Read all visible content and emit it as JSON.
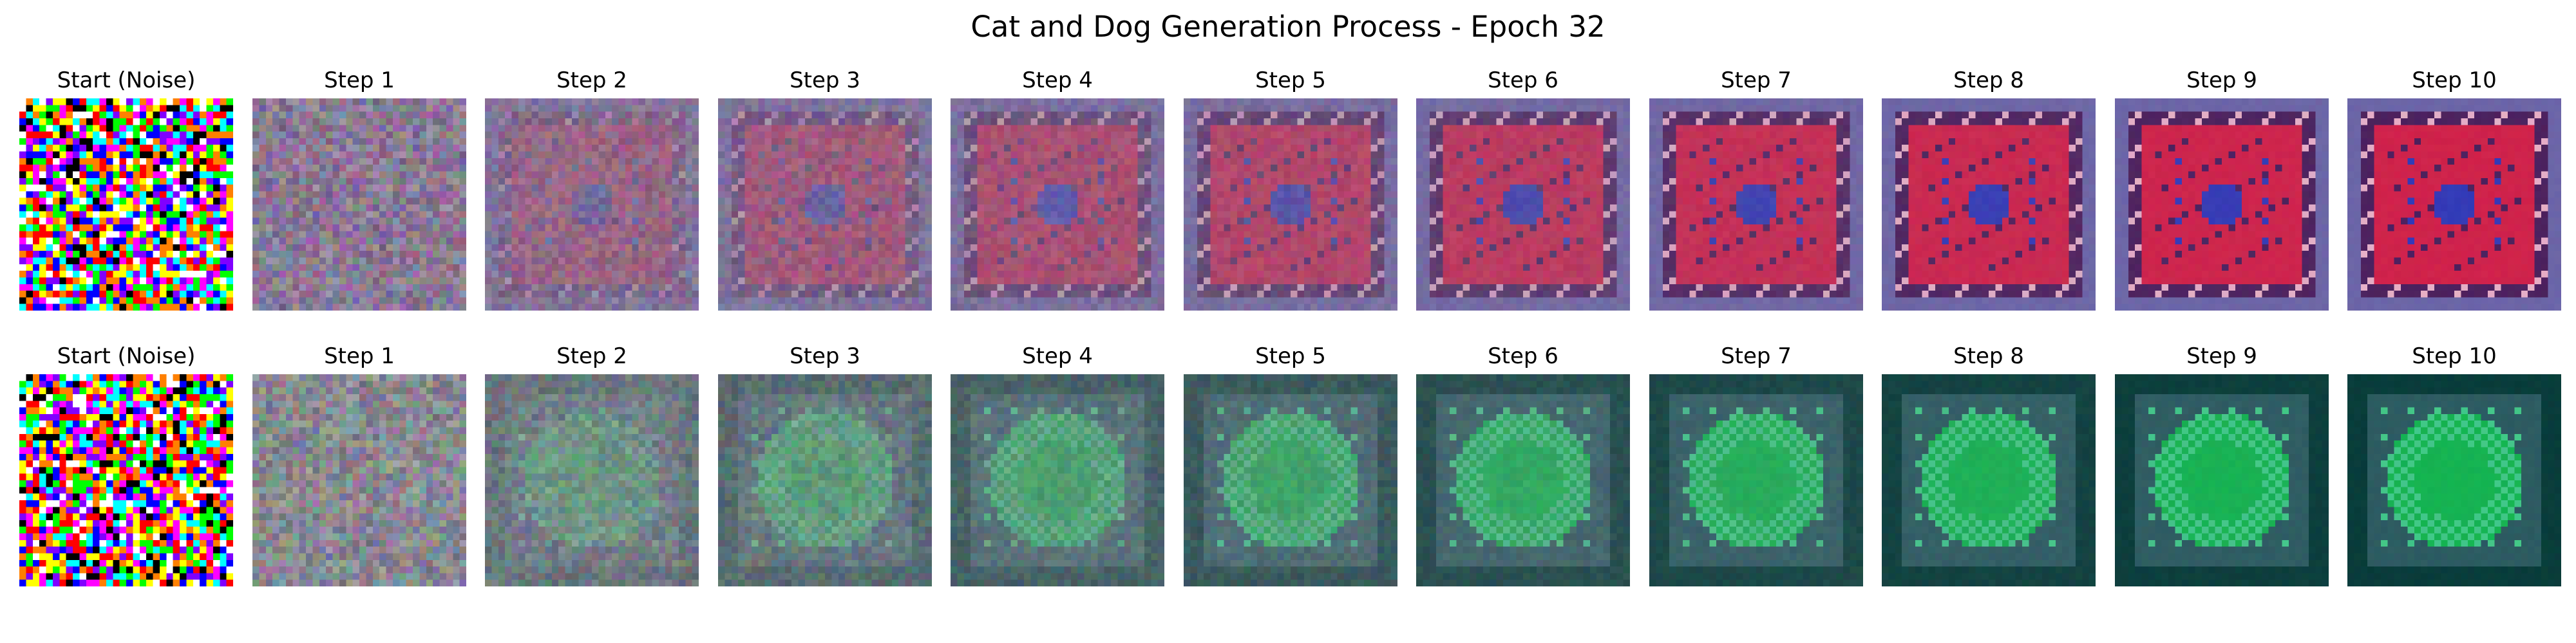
{
  "figure": {
    "title": "Cat and Dog Generation Process - Epoch 32"
  },
  "rows": [
    {
      "palette": {
        "bg": "#8a7a96",
        "body": "#d21f48",
        "dark": "#4a1e5c",
        "accent": "#3038b8",
        "light": "#e8b0c8",
        "edge": "#6a64a8"
      },
      "panels": [
        {
          "label": "Start (Noise)",
          "step": 0,
          "noise": 1.0,
          "mix": 0
        },
        {
          "label": "Step 1",
          "step": 1,
          "noise": 0.62,
          "mix": 0.02
        },
        {
          "label": "Step 2",
          "step": 2,
          "noise": 0.38,
          "mix": 0.22
        },
        {
          "label": "Step 3",
          "step": 3,
          "noise": 0.32,
          "mix": 0.33
        },
        {
          "label": "Step 4",
          "step": 4,
          "noise": 0.26,
          "mix": 0.45
        },
        {
          "label": "Step 5",
          "step": 5,
          "noise": 0.22,
          "mix": 0.55
        },
        {
          "label": "Step 6",
          "step": 6,
          "noise": 0.16,
          "mix": 0.68
        },
        {
          "label": "Step 7",
          "step": 7,
          "noise": 0.12,
          "mix": 0.8
        },
        {
          "label": "Step 8",
          "step": 8,
          "noise": 0.09,
          "mix": 0.88
        },
        {
          "label": "Step 9",
          "step": 9,
          "noise": 0.07,
          "mix": 0.93
        },
        {
          "label": "Step 10",
          "step": 10,
          "noise": 0.06,
          "mix": 0.96
        }
      ]
    },
    {
      "palette": {
        "bg": "#8a8a92",
        "body": "#12b450",
        "dark": "#053a38",
        "accent": "#40c888",
        "light": "#a8e8d8",
        "edge": "#2a5a60"
      },
      "panels": [
        {
          "label": "Start (Noise)",
          "step": 0,
          "noise": 1.0,
          "mix": 0
        },
        {
          "label": "Step 1",
          "step": 1,
          "noise": 0.62,
          "mix": 0.02
        },
        {
          "label": "Step 2",
          "step": 2,
          "noise": 0.4,
          "mix": 0.25
        },
        {
          "label": "Step 3",
          "step": 3,
          "noise": 0.33,
          "mix": 0.38
        },
        {
          "label": "Step 4",
          "step": 4,
          "noise": 0.26,
          "mix": 0.5
        },
        {
          "label": "Step 5",
          "step": 5,
          "noise": 0.22,
          "mix": 0.6
        },
        {
          "label": "Step 6",
          "step": 6,
          "noise": 0.16,
          "mix": 0.72
        },
        {
          "label": "Step 7",
          "step": 7,
          "noise": 0.12,
          "mix": 0.82
        },
        {
          "label": "Step 8",
          "step": 8,
          "noise": 0.09,
          "mix": 0.89
        },
        {
          "label": "Step 9",
          "step": 9,
          "noise": 0.07,
          "mix": 0.94
        },
        {
          "label": "Step 10",
          "step": 10,
          "noise": 0.06,
          "mix": 0.97
        }
      ]
    }
  ]
}
